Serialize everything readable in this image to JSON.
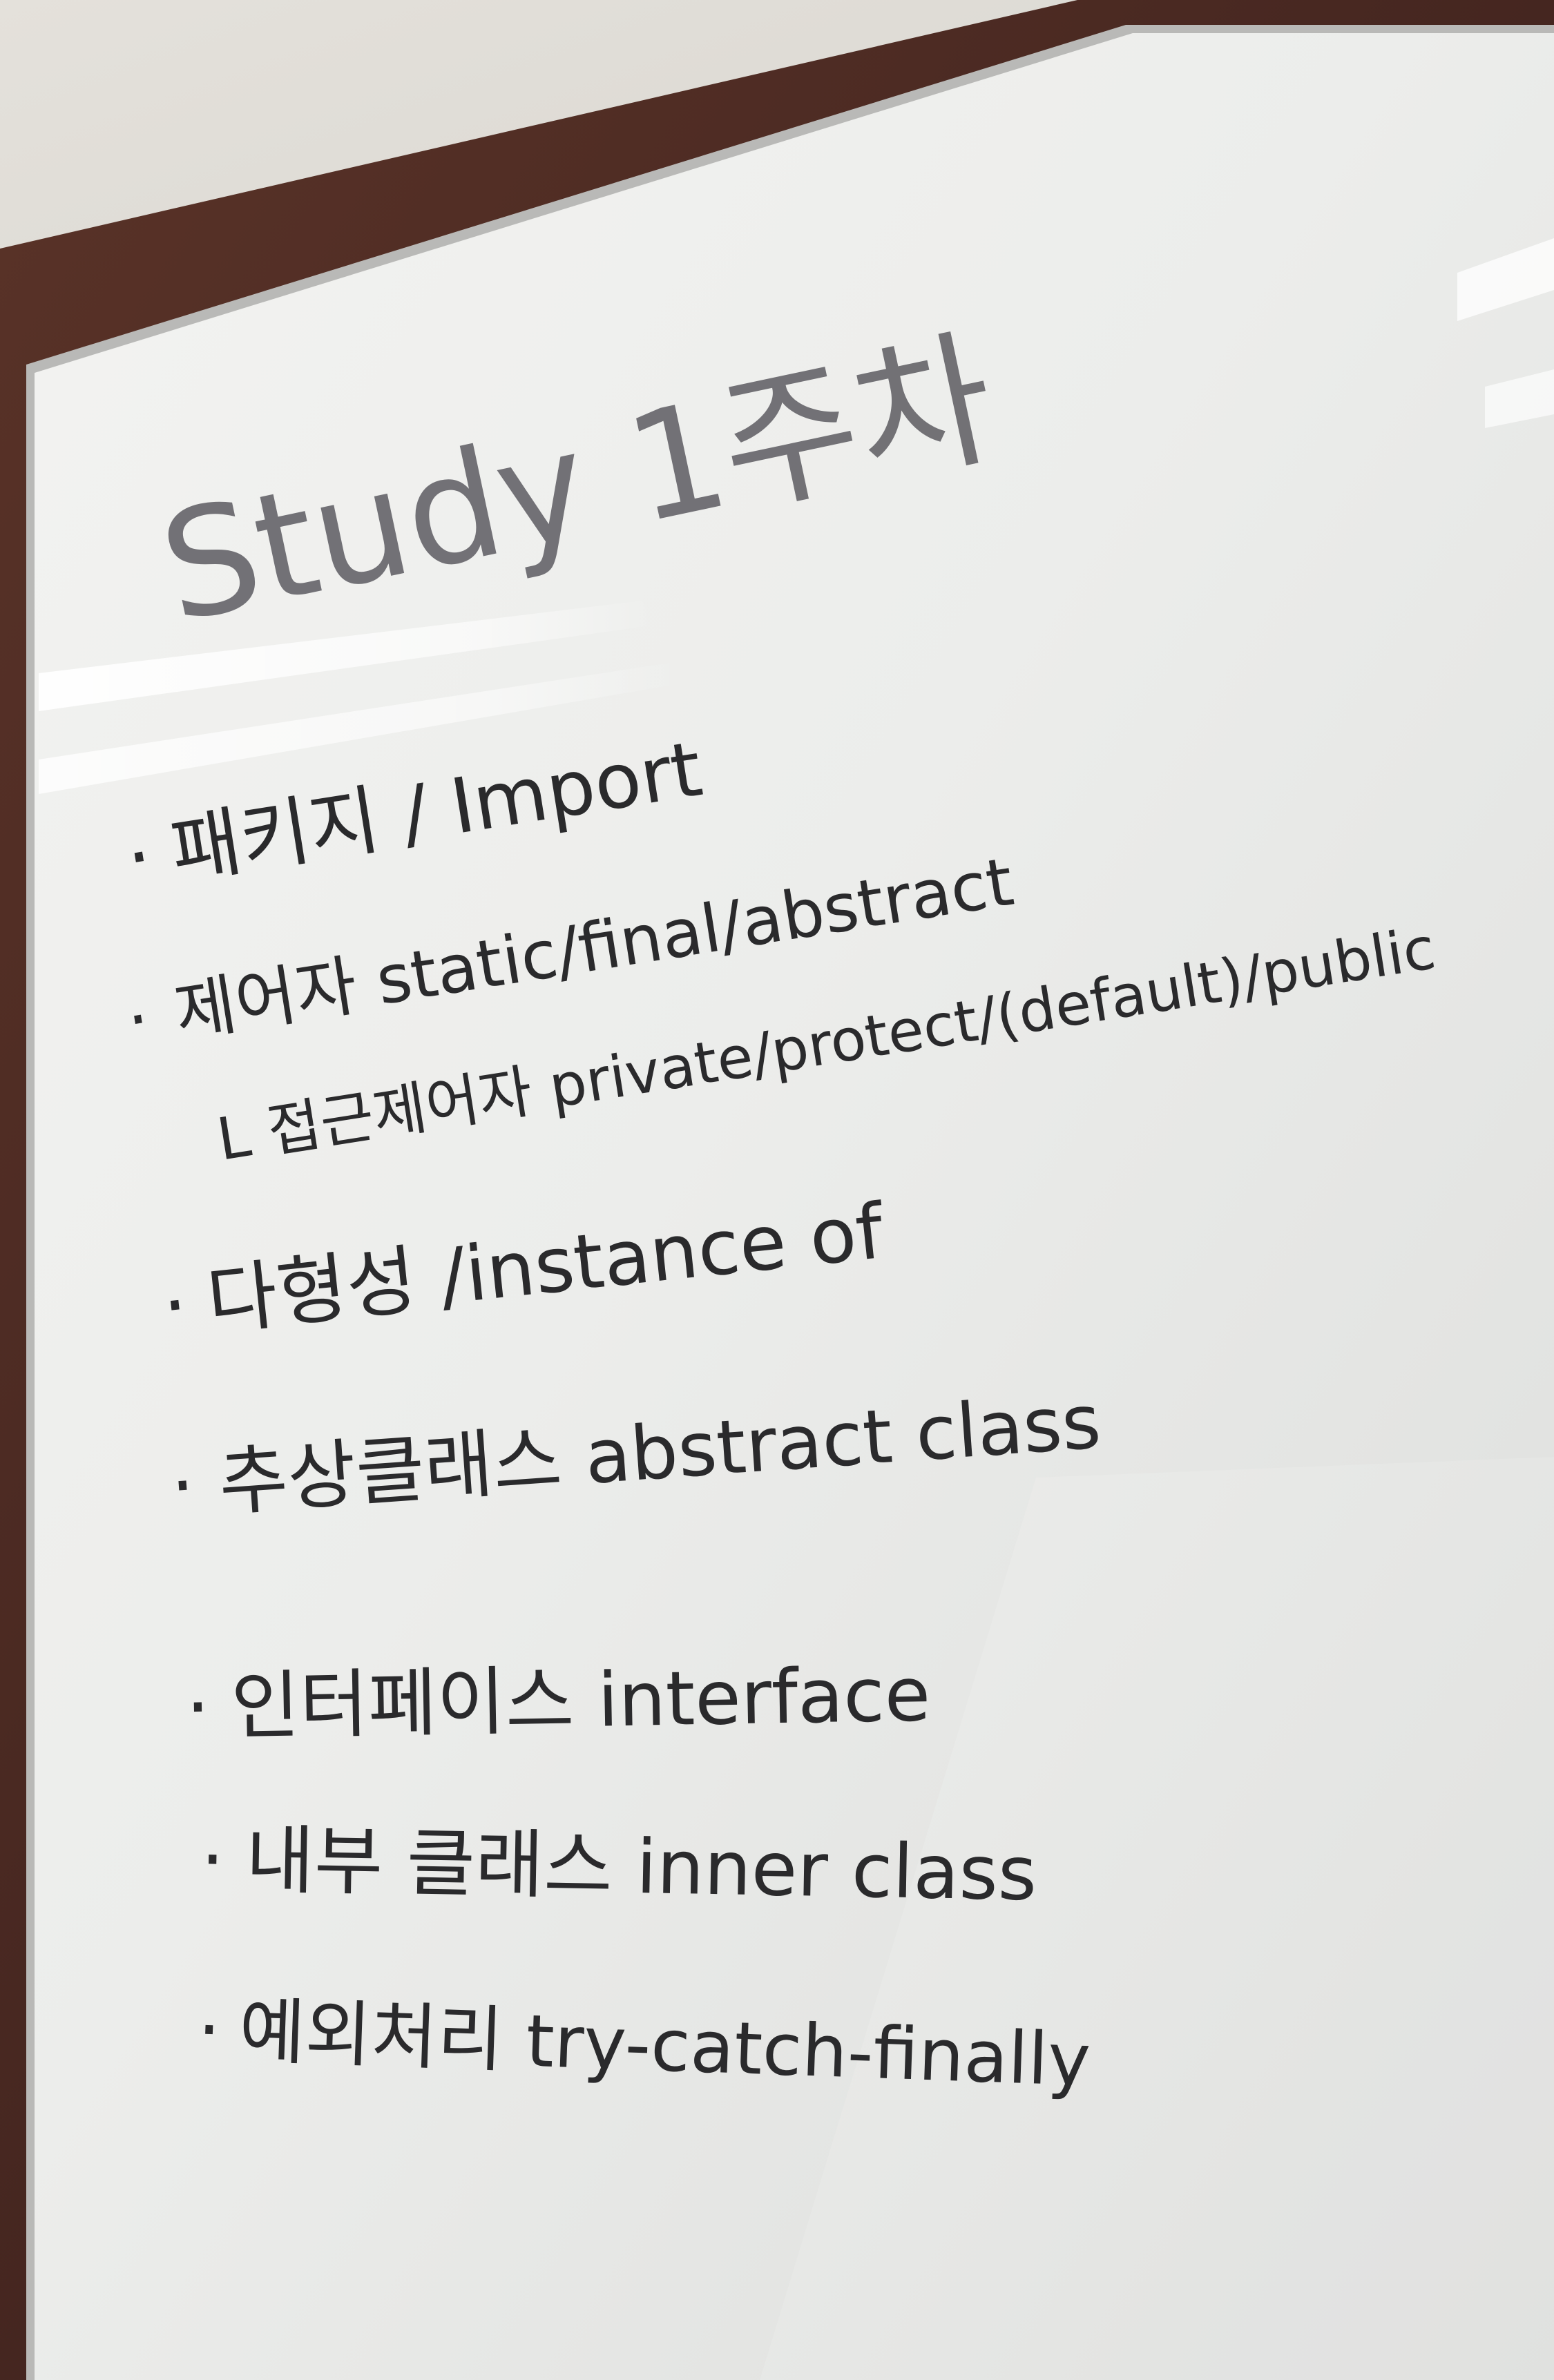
{
  "whiteboard": {
    "title": "Study 1주차",
    "items": [
      {
        "bullet": "·",
        "text": "패키지 / Import"
      },
      {
        "bullet": "·",
        "text": "제어자 static/final/abstract"
      },
      {
        "bullet": "",
        "text": "L 접근제어자 private/protect/(default)/public"
      },
      {
        "bullet": "·",
        "text": "다형성 /instance of"
      },
      {
        "bullet": "·",
        "text": "추상클래스 abstract class"
      },
      {
        "bullet": "·",
        "text": "인터페이스 interface"
      },
      {
        "bullet": "·",
        "text": "내부 클래스 inner class"
      },
      {
        "bullet": "·",
        "text": "예외처리 try-catch-finally"
      }
    ]
  },
  "colors": {
    "frame": "#4a2a22",
    "board": "#f1f1ef",
    "ink": "#2a2a2c"
  }
}
